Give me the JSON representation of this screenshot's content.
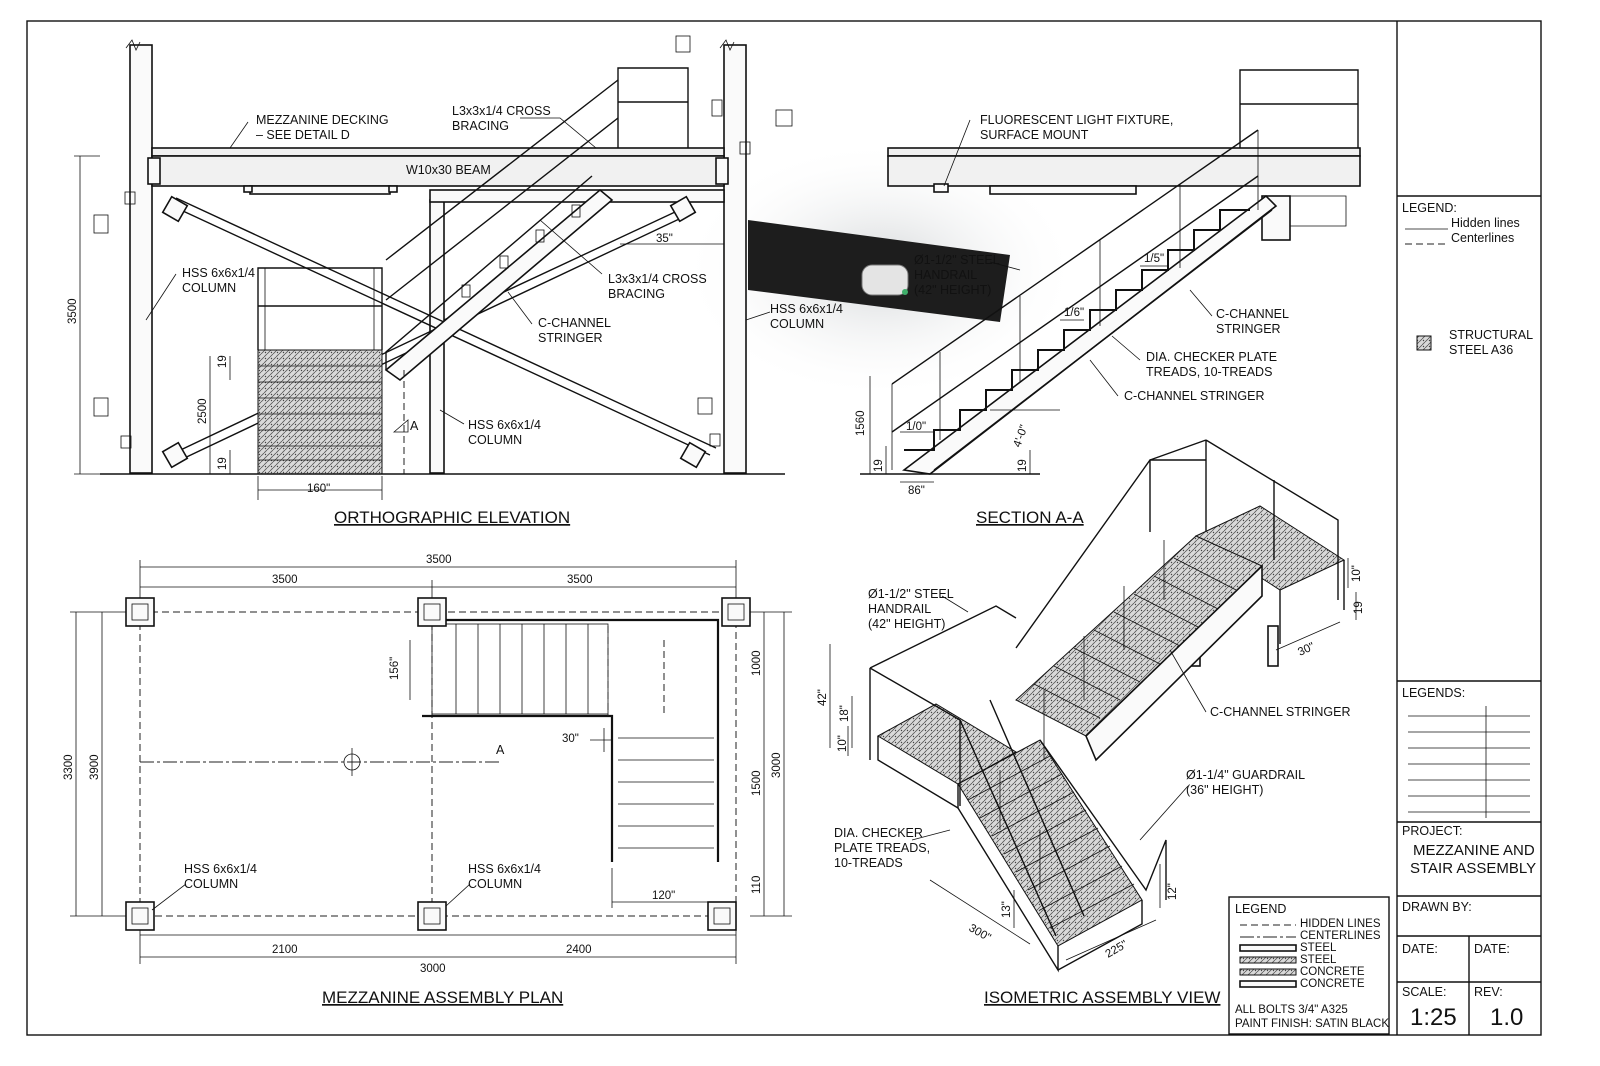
{
  "views": {
    "elevation": {
      "title": "ORTHOGRAPHIC ELEVATION",
      "labels": {
        "decking_1": "MEZZANINE DECKING",
        "decking_2": "– SEE DETAIL D",
        "cross_top_1": "L3x3x1/4 CROSS",
        "cross_top_2": "BRACING",
        "beam": "W10x30 BEAM",
        "col_left_1": "HSS 6x6x1/4",
        "col_left_2": "COLUMN",
        "cross_mid_1": "L3x3x1/4 CROSS",
        "cross_mid_2": "BRACING",
        "stringer_1": "C-CHANNEL",
        "stringer_2": "STRINGER",
        "col_right_1": "HSS 6x6x1/4",
        "col_right_2": "COLUMN",
        "col_mid_1": "HSS 6x6x1/4",
        "col_mid_2": "COLUMN",
        "section_mark": "A"
      },
      "dims": {
        "height": "3500",
        "stair_h": "2500",
        "riser_top": "19",
        "riser_bot": "19",
        "width": "160\"",
        "span": "35\""
      }
    },
    "section": {
      "title": "SECTION A-A",
      "labels": {
        "light_1": "FLUORESCENT LIGHT FIXTURE,",
        "light_2": "SURFACE MOUNT",
        "handrail_1": "Ø1-1/2\" STEEL",
        "handrail_2": "HANDRAIL",
        "handrail_3": "(42\" HEIGHT)",
        "stringer_1": "C-CHANNEL",
        "stringer_2": "STRINGER",
        "treads_1": "DIA. CHECKER PLATE",
        "treads_2": "TREADS, 10-TREADS",
        "stringer_b": "C-CHANNEL STRINGER"
      },
      "dims": {
        "slope_1": "1/5\"",
        "slope_2": "1/6\"",
        "slope_3": "1/0\"",
        "height": "1560",
        "riser_l": "19",
        "riser_r": "19",
        "base": "86\"",
        "angle": "4'-0\""
      }
    },
    "plan": {
      "title": "MEZZANINE ASSEMBLY PLAN",
      "labels": {
        "col_left_1": "HSS 6x6x1/4",
        "col_left_2": "COLUMN",
        "col_mid_1": "HSS 6x6x1/4",
        "col_mid_2": "COLUMN",
        "section_mark": "A"
      },
      "dims": {
        "overall_top": "3500",
        "top_left": "3500",
        "top_right": "3500",
        "left_outer": "3300",
        "left_inner": "3900",
        "right_outer": "3000",
        "right_a": "1000",
        "right_b": "1500",
        "right_c": "110",
        "stair_w": "156\"",
        "landing": "30\"",
        "run": "120\"",
        "bot_left": "2100",
        "bot_right": "2400",
        "overall_bot": "3000"
      }
    },
    "isometric": {
      "title": "ISOMETRIC ASSEMBLY VIEW",
      "labels": {
        "handrail_1": "Ø1-1/2\" STEEL",
        "handrail_2": "HANDRAIL",
        "handrail_3": "(42\" HEIGHT)",
        "stringer": "C-CHANNEL STRINGER",
        "guard_1": "Ø1-1/4\" GUARDRAIL",
        "guard_2": "(36\" HEIGHT)",
        "treads_1": "DIA. CHECKER",
        "treads_2": "PLATE TREADS,",
        "treads_3": "10-TREADS"
      },
      "dims": {
        "h42": "42\"",
        "h18": "18\"",
        "h10": "10\"",
        "w300": "300\"",
        "d13": "13\"",
        "w225": "225\"",
        "h12": "12\"",
        "land30": "30\"",
        "r10": "10\"",
        "r19": "19"
      }
    }
  },
  "legend_box": {
    "title": "LEGEND",
    "items": [
      "HIDDEN LINES",
      "CENTERLINES",
      "STEEL",
      "STEEL",
      "CONCRETE",
      "CONCRETE"
    ],
    "note_1": "ALL BOLTS 3/4\" A325",
    "note_2": "PAINT FINISH: SATIN BLACK"
  },
  "title_block": {
    "legend_head": "LEGEND:",
    "legend_hidden": "Hidden lines",
    "legend_center": "Centerlines",
    "legend_steel_1": "STRUCTURAL",
    "legend_steel_2": "STEEL A36",
    "legends_head": "LEGENDS:",
    "project_head": "PROJECT:",
    "project_1": "MEZZANINE AND",
    "project_2": "STAIR ASSEMBLY",
    "drawn_by": "DRAWN BY:",
    "date_1": "DATE:",
    "date_2": "DATE:",
    "scale_head": "SCALE:",
    "scale": "1:25",
    "rev_head": "REV:",
    "rev": "1.0"
  }
}
